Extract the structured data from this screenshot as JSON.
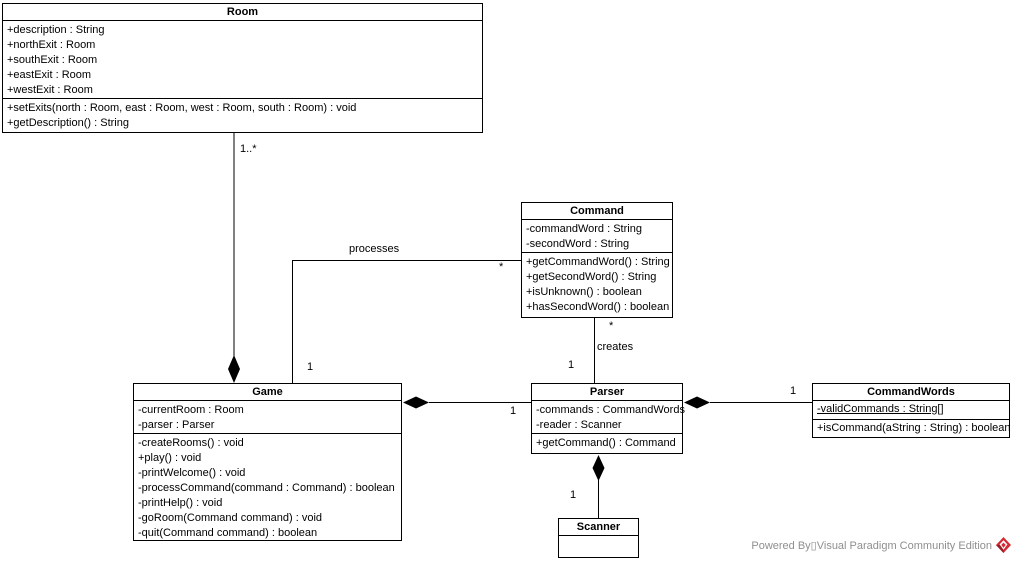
{
  "diagram": {
    "type": "uml-class-diagram",
    "tool": "Visual Paradigm"
  },
  "classes": {
    "room": {
      "name": "Room",
      "attributes": [
        "+description : String",
        "+northExit : Room",
        "+southExit : Room",
        "+eastExit : Room",
        "+westExit : Room"
      ],
      "methods": [
        "+setExits(north : Room, east : Room, west : Room, south : Room) : void",
        "+getDescription() : String"
      ]
    },
    "command": {
      "name": "Command",
      "attributes": [
        "-commandWord : String",
        "-secondWord : String"
      ],
      "methods": [
        "+getCommandWord() : String",
        "+getSecondWord() : String",
        "+isUnknown() : boolean",
        "+hasSecondWord() : boolean"
      ]
    },
    "game": {
      "name": "Game",
      "attributes": [
        "-currentRoom : Room",
        "-parser : Parser"
      ],
      "methods": [
        "-createRooms() : void",
        "+play() : void",
        "-printWelcome() : void",
        "-processCommand(command : Command) : boolean",
        "-printHelp() : void",
        "-goRoom(Command command) : void",
        "-quit(Command command) : boolean"
      ]
    },
    "parser": {
      "name": "Parser",
      "attributes": [
        "-commands : CommandWords",
        "-reader : Scanner"
      ],
      "methods": [
        "+getCommand() : Command"
      ]
    },
    "command_words": {
      "name": "CommandWords",
      "attributes": [
        "-validCommands : String[]"
      ],
      "methods": [
        "+isCommand(aString : String) : boolean"
      ]
    },
    "scanner": {
      "name": "Scanner",
      "attributes": [],
      "methods": []
    }
  },
  "relationships": {
    "room_game": {
      "kind": "composition",
      "end_room": "1..*"
    },
    "game_command": {
      "label": "processes",
      "end_game": "1",
      "end_command": "*"
    },
    "command_parser": {
      "label": "creates",
      "end_command": "*",
      "end_parser": "1"
    },
    "game_parser": {
      "kind": "composition",
      "end_parser": "1"
    },
    "parser_command_words": {
      "kind": "composition",
      "end_command_words": "1"
    },
    "parser_scanner": {
      "kind": "composition",
      "end_scanner": "1"
    }
  },
  "footer": {
    "text": "Powered By▯Visual Paradigm Community Edition",
    "logo": "visual-paradigm-logo"
  },
  "colors": {
    "line": "#000000",
    "box_background": "#ffffff",
    "footer_text": "#8f8f8f",
    "logo_red": "#d32b36",
    "logo_dark_red": "#9c1c26"
  }
}
